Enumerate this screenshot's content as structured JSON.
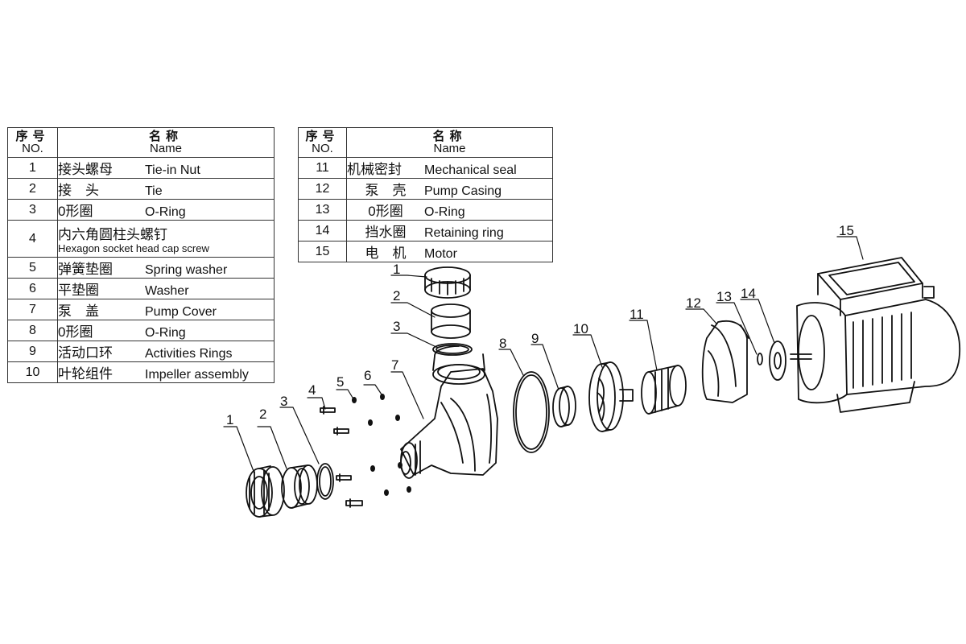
{
  "table_left": {
    "header": {
      "no_cn": "序号",
      "no_en": "NO.",
      "name_cn": "名称",
      "name_en": "Name"
    },
    "rows": [
      {
        "no": "1",
        "cn": "接头螺母",
        "en": "Tie-in Nut"
      },
      {
        "no": "2",
        "cn": "接　头",
        "en": "Tie"
      },
      {
        "no": "3",
        "cn": "0形圈",
        "en": "O-Ring"
      },
      {
        "no": "4",
        "cn": "内六角圆柱头螺钉",
        "en": "Hexagon socket head cap screw"
      },
      {
        "no": "5",
        "cn": "弹簧垫圈",
        "en": "Spring washer"
      },
      {
        "no": "6",
        "cn": "平垫圈",
        "en": "Washer"
      },
      {
        "no": "7",
        "cn": "泵　盖",
        "en": "Pump Cover"
      },
      {
        "no": "8",
        "cn": "0形圈",
        "en": "O-Ring"
      },
      {
        "no": "9",
        "cn": "活动口环",
        "en": "Activities Rings"
      },
      {
        "no": "10",
        "cn": "叶轮组件",
        "en": "Impeller assembly"
      }
    ]
  },
  "table_right": {
    "header": {
      "no_cn": "序号",
      "no_en": "NO.",
      "name_cn": "名称",
      "name_en": "Name"
    },
    "rows": [
      {
        "no": "11",
        "cn": "机械密封",
        "en": "Mechanical seal"
      },
      {
        "no": "12",
        "cn": "泵　壳",
        "en": "Pump Casing"
      },
      {
        "no": "13",
        "cn": "0形圈",
        "en": "O-Ring"
      },
      {
        "no": "14",
        "cn": "挡水圈",
        "en": "Retaining ring"
      },
      {
        "no": "15",
        "cn": "电　机",
        "en": "Motor"
      }
    ]
  },
  "callouts": {
    "a1": "1",
    "a2": "2",
    "a3": "3",
    "b1": "1",
    "b2": "2",
    "b3": "3",
    "b4": "4",
    "b5": "5",
    "b6": "6",
    "b7": "7",
    "c8": "8",
    "c9": "9",
    "c10": "10",
    "c11": "11",
    "c12": "12",
    "c13": "13",
    "c14": "14",
    "c15": "15"
  }
}
